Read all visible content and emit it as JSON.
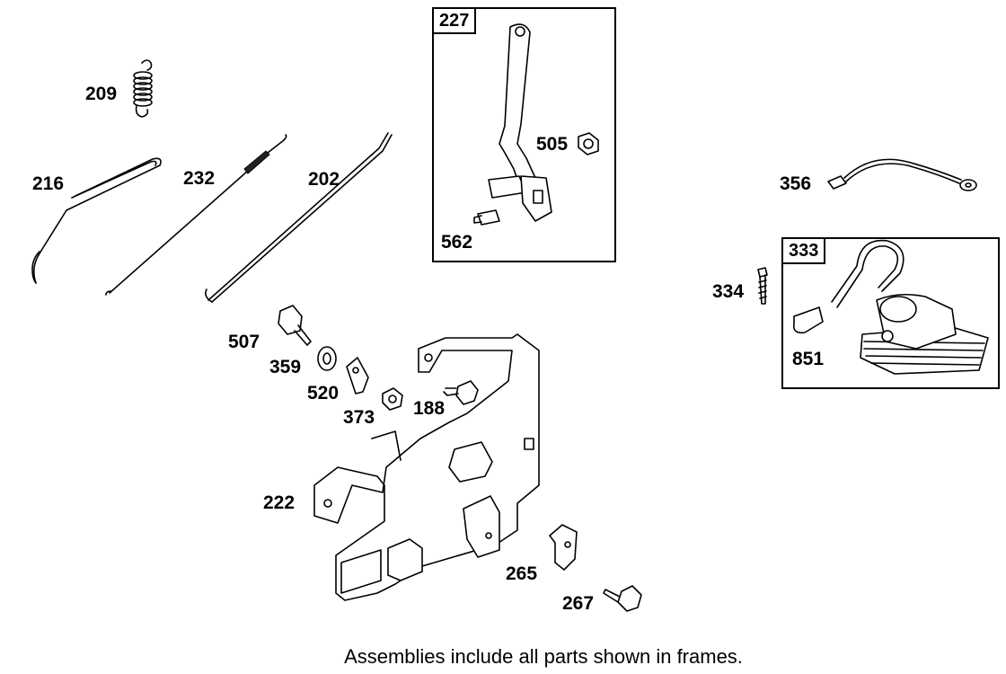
{
  "frames": [
    {
      "id": "227",
      "label": "227"
    },
    {
      "id": "333",
      "label": "333"
    }
  ],
  "parts": {
    "p209": "209",
    "p216": "216",
    "p232": "232",
    "p202": "202",
    "p505": "505",
    "p562": "562",
    "p356": "356",
    "p334": "334",
    "p851": "851",
    "p507": "507",
    "p359": "359",
    "p520": "520",
    "p373": "373",
    "p188": "188",
    "p222": "222",
    "p265": "265",
    "p267": "267"
  },
  "caption": "Assemblies include all parts shown in frames."
}
